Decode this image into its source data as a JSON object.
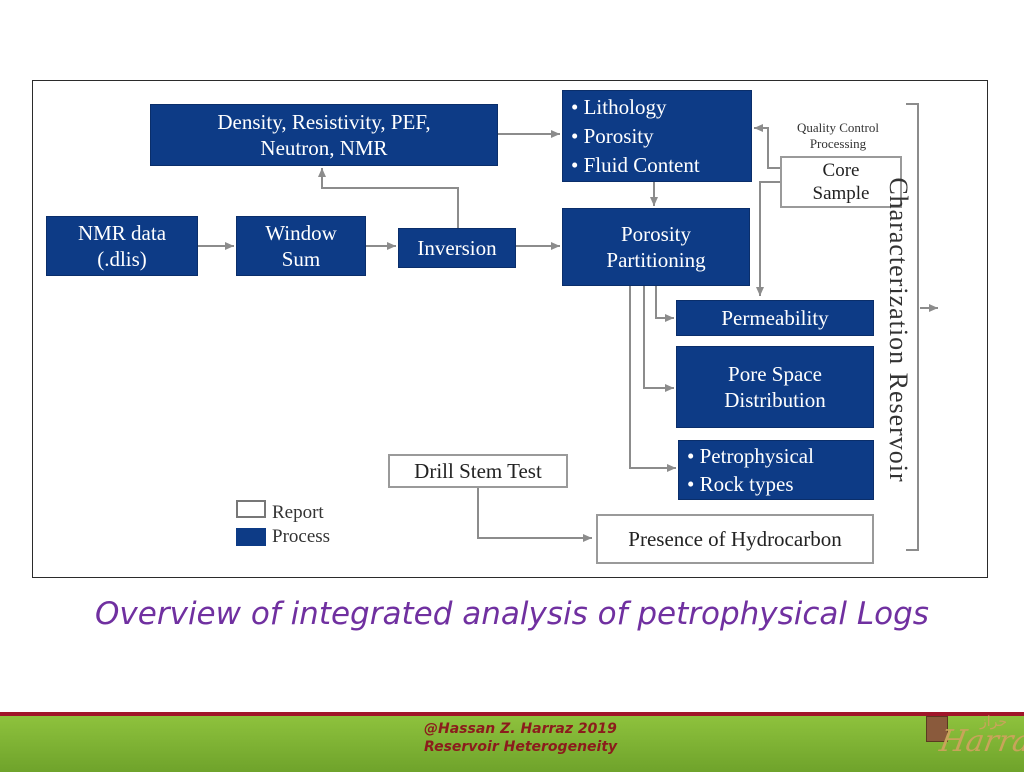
{
  "diagram": {
    "density_box": [
      "Density, Resistivity, PEF,",
      "Neutron, NMR"
    ],
    "properties_box": [
      "Lithology",
      "Porosity",
      "Fluid Content"
    ],
    "quality_control": [
      "Quality Control",
      "Processing"
    ],
    "core_sample": [
      "Core",
      "Sample"
    ],
    "nmr_data": [
      "NMR data",
      "(.dlis)"
    ],
    "window_sum": [
      "Window",
      "Sum"
    ],
    "inversion": "Inversion",
    "porosity_partitioning": [
      "Porosity",
      "Partitioning"
    ],
    "permeability": "Permeability",
    "pore_space": [
      "Pore Space",
      "Distribution"
    ],
    "petrophysical_box": [
      "Petrophysical",
      "Rock types"
    ],
    "drill_stem_test": "Drill Stem Test",
    "presence_hydrocarbon": "Presence of Hydrocarbon",
    "reservoir_label": "Characterization Reservoir",
    "legend": {
      "report": "Report",
      "process": "Process"
    },
    "colors": {
      "process": "#0d3b86",
      "report": "#ffffff",
      "arrow": "#8c8c8c"
    }
  },
  "caption": "Overview of integrated analysis of petrophysical Logs",
  "footer": {
    "line1": "@Hassan Z. Harraz 2019",
    "line2": "Reservoir Heterogeneity",
    "logo_text": "Harraz",
    "logo_arabic": "حراز"
  }
}
